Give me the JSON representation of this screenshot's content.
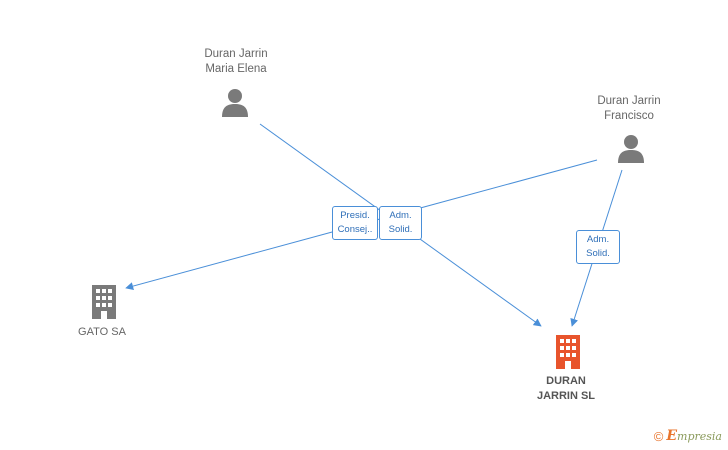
{
  "colors": {
    "edge": "#4a8fd8",
    "person": "#7a7a7a",
    "company_gray": "#7a7a7a",
    "company_highlight": "#e8542c"
  },
  "people": [
    {
      "id": "maria",
      "name": "Duran Jarrin\nMaria Elena",
      "icon": "person-icon"
    },
    {
      "id": "francisco",
      "name": "Duran Jarrin\nFrancisco",
      "icon": "person-icon"
    }
  ],
  "companies": [
    {
      "id": "gato",
      "name": "GATO SA",
      "icon": "building-icon",
      "highlight": false
    },
    {
      "id": "duran",
      "name": "DURAN\nJARRIN SL",
      "icon": "building-icon",
      "highlight": true
    }
  ],
  "edges": [
    {
      "from": "maria",
      "to": "duran",
      "label": "Adm.\nSolid."
    },
    {
      "from": "francisco",
      "to": "gato",
      "label": "Presid.\nConsej.."
    },
    {
      "from": "francisco",
      "to": "duran",
      "label": "Adm.\nSolid."
    }
  ],
  "watermark": {
    "copyright": "©",
    "brand_initial": "E",
    "brand_rest": "mpresia"
  }
}
